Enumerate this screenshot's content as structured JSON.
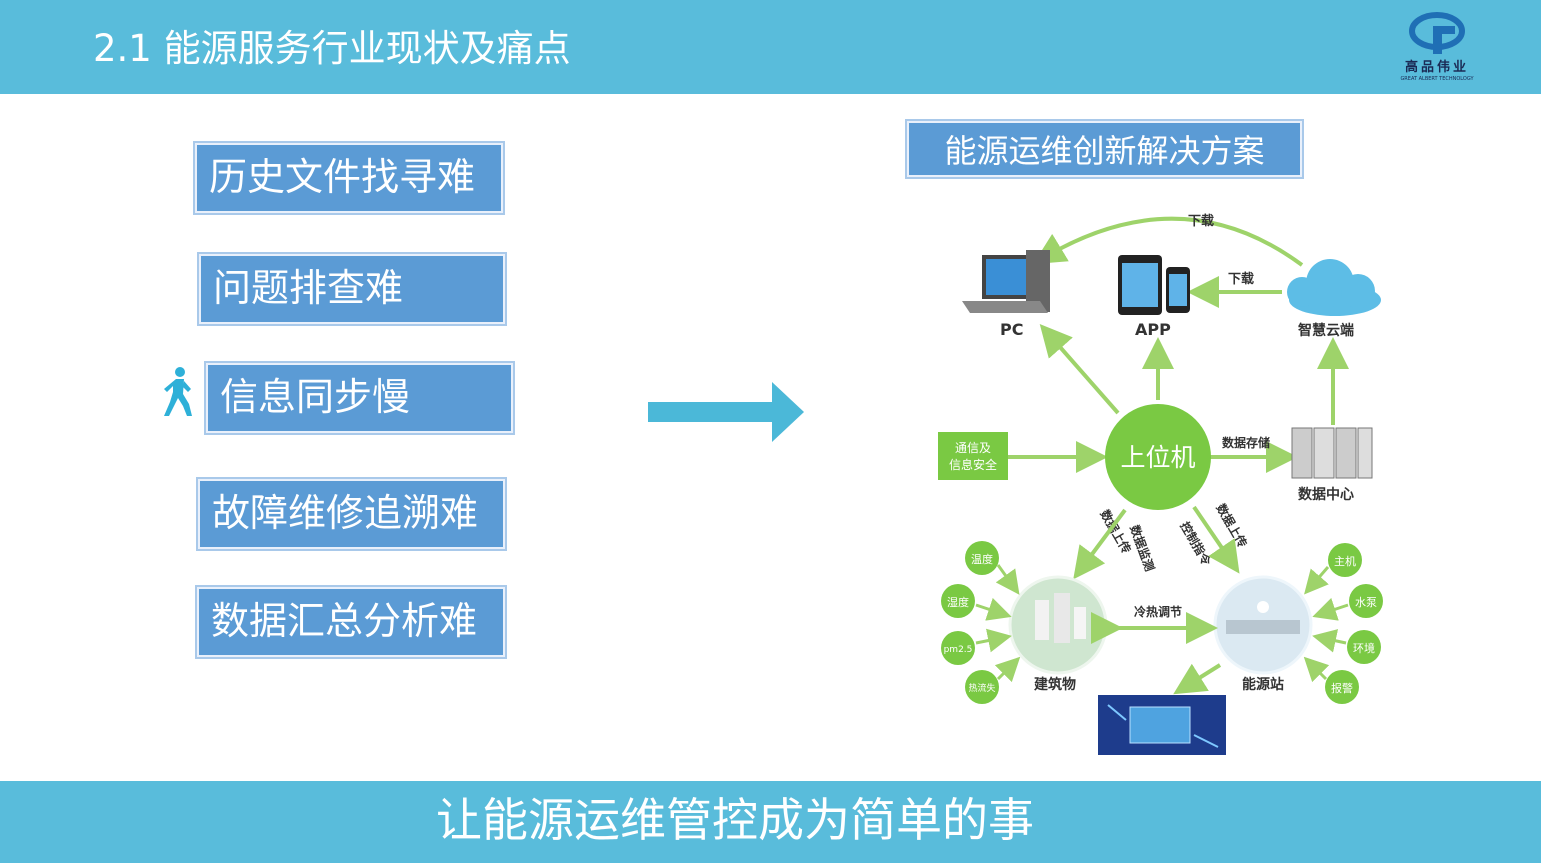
{
  "header": {
    "title": "2.1  能源服务行业现状及痛点",
    "logo": {
      "name": "高品伟业",
      "subtitle": "GREAT ALBERT TECHNOLOGY"
    }
  },
  "pain_points": [
    "历史文件找寻难",
    "问题排查难",
    "信息同步慢",
    "故障维修追溯难",
    "数据汇总分析难"
  ],
  "solution": {
    "title": "能源运维创新解决方案",
    "diagram": {
      "pc": "PC",
      "app": "APP",
      "cloud": "智慧云端",
      "download_1": "下载",
      "download_2": "下载",
      "host": "上位机",
      "data_storage": "数据存储",
      "data_center": "数据中心",
      "comm_line1": "通信及",
      "comm_line2": "信息安全",
      "upload_1": "数据上传",
      "monitoring": "数据监测",
      "control": "控制指令",
      "upload_2": "数据上传",
      "building": "建筑物",
      "energy_station": "能源站",
      "hvac": "冷热调节",
      "sensors_left": [
        "温度",
        "湿度",
        "pm2.5",
        "热流失"
      ],
      "sensors_right": [
        "主机",
        "水泵",
        "环境",
        "报警"
      ]
    }
  },
  "footer": {
    "slogan": "让能源运维管控成为简单的事"
  },
  "colors": {
    "header": "#59bcdb",
    "box": "#5b9bd5",
    "green": "#7ac943",
    "arrow": "#4bb8d8"
  }
}
